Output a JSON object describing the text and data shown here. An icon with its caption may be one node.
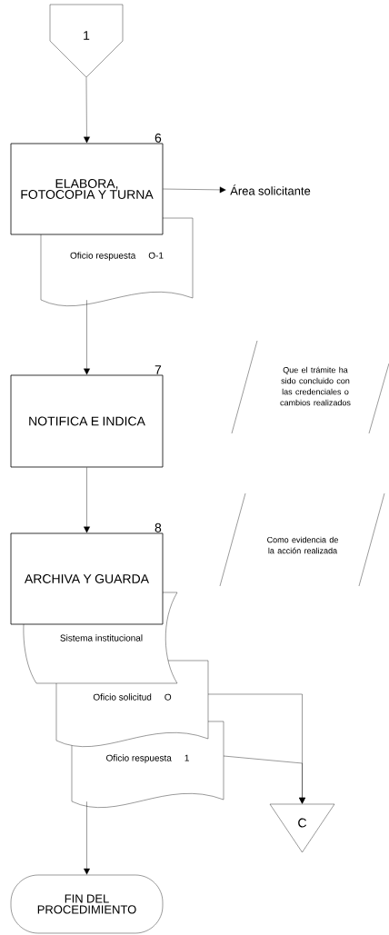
{
  "diagram": {
    "nodes": [
      {
        "text": [
          "1"
        ]
      },
      {
        "text": [
          "ELABORA, FOTOCOPIA Y TURNA"
        ],
        "beside": [
          "6"
        ]
      },
      {
        "text": [
          "Área solicitante"
        ]
      },
      {
        "text": [
          "Oficio respuesta",
          "O-1"
        ]
      },
      {
        "text": [
          "NOTIFICA E INDICA"
        ],
        "beside": [
          "7"
        ]
      },
      {
        "text": [
          "ARCHIVA Y GUARDA"
        ],
        "beside": [
          "8"
        ]
      },
      {
        "text": [
          "Sistema institucional"
        ]
      },
      {
        "text": [
          "Oficio solicitud",
          "O"
        ]
      },
      {
        "text": [
          "Oficio respuesta",
          "1"
        ]
      },
      {
        "text": [
          "C"
        ]
      },
      {
        "text": [
          "FIN DEL PROCEDIMIENTO"
        ]
      }
    ],
    "edges": [
      {
        "from": 0,
        "to": 1,
        "arrow": "to"
      },
      {
        "from": 1,
        "to": 2,
        "arrow": "to"
      },
      {
        "from": 3,
        "to": 4,
        "arrow": "to"
      },
      {
        "from": 4,
        "to": 5,
        "arrow": "to"
      },
      {
        "from": 7,
        "to": 9,
        "arrow": "to"
      },
      {
        "from": 8,
        "to": 9,
        "arrow": "to"
      },
      {
        "from": 8,
        "to": 10,
        "arrow": "to"
      }
    ],
    "labels": [
      "Que el trámite ha sido concluido con las credenciales o cambios realizados",
      "Como evidencia de la acción realizada"
    ]
  }
}
